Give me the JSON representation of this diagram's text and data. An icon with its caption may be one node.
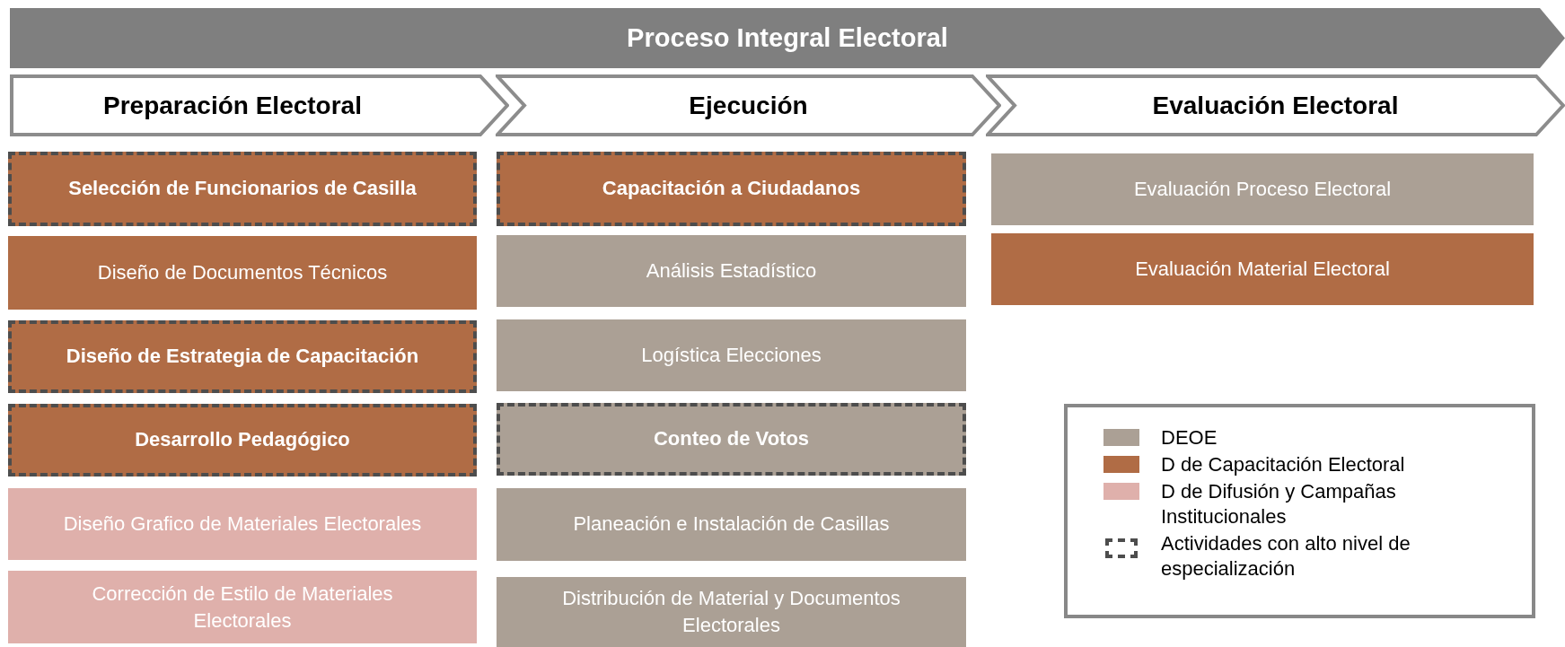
{
  "diagram": {
    "nodes": [
      {
        "text": [
          "Proceso Integral Electoral"
        ]
      },
      {
        "text": [
          "Preparación Electoral"
        ]
      },
      {
        "text": [
          "Ejecución"
        ]
      },
      {
        "text": [
          "Evaluación Electoral"
        ]
      },
      {
        "text": [
          "Selección de Funcionarios de Casilla"
        ]
      },
      {
        "text": [
          "Diseño de Documentos Técnicos"
        ]
      },
      {
        "text": [
          "Diseño de Estrategia de Capacitación"
        ]
      },
      {
        "text": [
          "Desarrollo Pedagógico"
        ]
      },
      {
        "text": [
          "Diseño Grafico de Materiales Electorales"
        ]
      },
      {
        "text": [
          "Corrección de Estilo de Materiales Electorales"
        ]
      },
      {
        "text": [
          "Capacitación a Ciudadanos"
        ]
      },
      {
        "text": [
          "Análisis Estadístico"
        ]
      },
      {
        "text": [
          "Logística Elecciones"
        ]
      },
      {
        "text": [
          "Conteo de Votos"
        ]
      },
      {
        "text": [
          "Planeación e Instalación de Casillas"
        ]
      },
      {
        "text": [
          "Distribución de Material y Documentos Electorales"
        ]
      },
      {
        "text": [
          "Evaluación Proceso Electoral"
        ]
      },
      {
        "text": [
          "Evaluación Material Electoral"
        ]
      }
    ],
    "edges": [],
    "legend": [
      {
        "text": "DEOE",
        "color": "#aba095"
      },
      {
        "text": "D de Capacitación Electoral",
        "color": "#b06c45"
      },
      {
        "text": "D de Difusión y Campañas Institucionales",
        "color": "#dfb0ab"
      },
      {
        "text": "Actividades con alto nivel de especialización"
      }
    ]
  }
}
